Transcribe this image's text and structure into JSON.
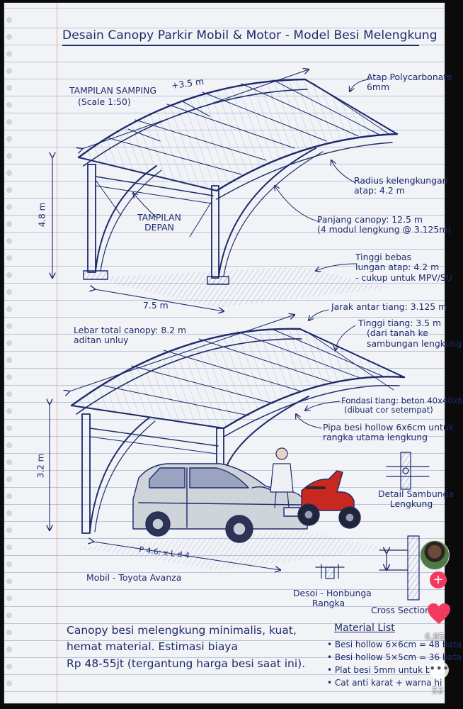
{
  "title": "Desain Canopy Parkir Mobil & Motor - Model Besi Melengkung",
  "top_view": {
    "view_label": "TAMPILAN SAMPING",
    "scale": "(Scale 1:50)",
    "top_dim": "+3.5 m",
    "front_label": [
      "TAMPILAN",
      "DEPAN"
    ],
    "height_dim": "4.8 m",
    "width_dim": "7.5 m",
    "roof_note": [
      "Atap Polycarbonate",
      "6mm"
    ],
    "radius_note": [
      "Radius kelengkungan",
      "atap: 4.2 m"
    ],
    "length_note": [
      "Panjang canopy: 12.5 m",
      "(4 modul lengkung @ 3.125m)"
    ],
    "clearance_note": [
      "Tinggi bebas",
      "lungan atap: 4.2 m",
      "- cukup untuk MPV/SU"
    ]
  },
  "bottom_view": {
    "post_spacing": "Jarak antar tiang: 3.125 m",
    "total_width": [
      "Lebar total canopy:  8.2 m",
      "aditan unluy"
    ],
    "post_height": [
      "Tinggi tiang: 3.5 m",
      "(dari tanah ke",
      "sambungan lengkung"
    ],
    "foundation": [
      "Fondasi tiang: beton 40x40x6",
      "(dibuat cor setempat)"
    ],
    "pipe": [
      "Pipa besi hollow 6x6cm untuk",
      "rangka utama lengkung"
    ],
    "height_dim": "3.2 m",
    "ground_dim": "P 4.6: x L d 4",
    "car_label": "Mobil - Toyota Avanza",
    "joint_detail": [
      "Detail Sambunga",
      "Lengkung"
    ],
    "frame_joint": [
      "Desoi - Honbunga",
      "Rangka"
    ],
    "cross_section": "Cross Section P"
  },
  "summary": [
    "Canopy besi melengkung minimalis, kuat,",
    "hemat material. Estimasi biaya",
    "Rp 48-55jt (tergantung harga besi saat ini)."
  ],
  "materials": {
    "heading": "Material List",
    "items": [
      "• Besi hollow 6×6cm = 48 bata",
      "• Besi hollow 5×5cm = 36 bata",
      "• Plat besi 5mm untuk b",
      "• Cat anti karat + warna hi"
    ]
  },
  "social": {
    "likes": "6,85",
    "comments": "52"
  },
  "colors": {
    "ink": "#1e2a6b",
    "paper": "#f1f3f6",
    "rule": "#b9c6d8",
    "car_body": "#c9ccd2",
    "motor_red": "#c8281f"
  }
}
